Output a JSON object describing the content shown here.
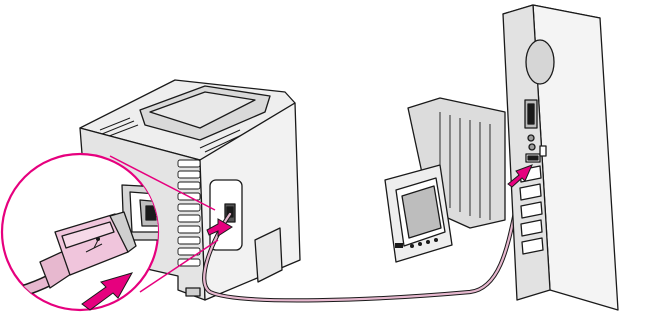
{
  "illustration": {
    "objects": [
      "printer",
      "usb-cable",
      "usb-b-plug",
      "computer-tower",
      "crt-monitor"
    ],
    "callout": "magnified-usb-connection",
    "arrows": [
      "plug-insert-arrow",
      "printer-port-arrow",
      "computer-port-arrow"
    ]
  },
  "colors": {
    "line": "#1a1a1a",
    "light_gray": "#e6e6e6",
    "mid_gray": "#c8c8c8",
    "dark_gray": "#8c8c8c",
    "accent": "#e6007e",
    "cable_pink": "#e7b8cf"
  }
}
